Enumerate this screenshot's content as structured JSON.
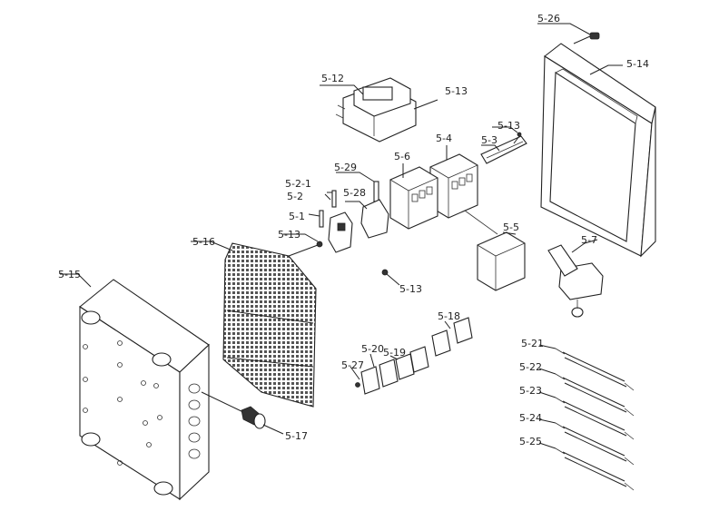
{
  "labels": {
    "l5_26": "5-26",
    "l5_14": "5-14",
    "l5_12": "5-12",
    "l5_13_a": "5-13",
    "l5_13_b": "5-13",
    "l5_3": "5-3",
    "l5_4": "5-4",
    "l5_29": "5-29",
    "l5_6": "5-6",
    "l5_2_1": "5-2-1",
    "l5_2": "5-2",
    "l5_28": "5-28",
    "l5_1": "5-1",
    "l5_5": "5-5",
    "l5_7": "5-7",
    "l5_13_c": "5-13",
    "l5_16": "5-16",
    "l5_13_d": "5-13",
    "l5_15": "5-15",
    "l5_18": "5-18",
    "l5_20": "5-20",
    "l5_19": "5-19",
    "l5_27": "5-27",
    "l5_17": "5-17",
    "l5_21": "5-21",
    "l5_22": "5-22",
    "l5_23": "5-23",
    "l5_24": "5-24",
    "l5_25": "5-25"
  }
}
